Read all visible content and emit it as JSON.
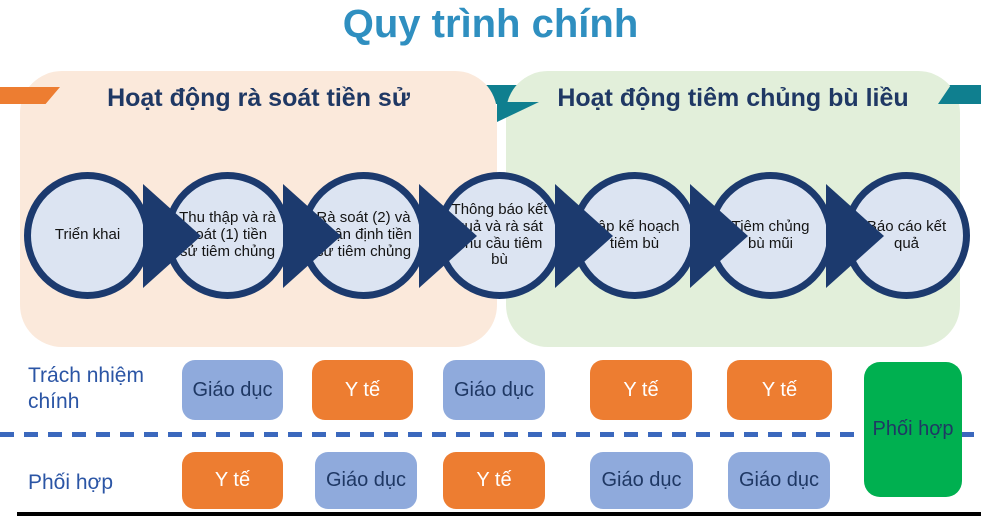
{
  "title": "Quy trình chính",
  "sections": {
    "review": {
      "label": "Hoạt động rà soát tiền sử"
    },
    "catchup": {
      "label": "Hoạt động tiêm chủng bù liều"
    }
  },
  "steps": [
    {
      "label": "Triển khai"
    },
    {
      "label": "Thu thập và rà soát (1) tiền sử tiêm chủng"
    },
    {
      "label": "Rà soát (2) và Nhận định tiền sử tiêm chủng"
    },
    {
      "label": "Thông báo kết quả và rà sát nhu cầu tiêm bù"
    },
    {
      "label": "Lập kế hoạch tiêm bù"
    },
    {
      "label": "Tiêm chủng bù mũi"
    },
    {
      "label": "Báo cáo kết quả"
    }
  ],
  "responsibility": {
    "primary_row": {
      "label": "Trách nhiệm chính",
      "badges": [
        {
          "label": "Giáo dục",
          "type": "education"
        },
        {
          "label": "Y tế",
          "type": "health"
        },
        {
          "label": "Giáo dục",
          "type": "education"
        },
        {
          "label": "Y tế",
          "type": "health"
        },
        {
          "label": "Y tế",
          "type": "health"
        }
      ]
    },
    "support_row": {
      "label": "Phối hợp",
      "badges": [
        {
          "label": "Y tế",
          "type": "health"
        },
        {
          "label": "Giáo dục",
          "type": "education"
        },
        {
          "label": "Y tế",
          "type": "health"
        },
        {
          "label": "Giáo dục",
          "type": "education"
        },
        {
          "label": "Giáo dục",
          "type": "education"
        }
      ]
    },
    "joint_badge": {
      "label": "Phối hợp",
      "type": "joint"
    }
  },
  "colors": {
    "title_text": "#2f8fc0",
    "review_panel_bg": "#fbe9db",
    "catchup_panel_bg": "#e2efda",
    "section_header_text": "#1f3864",
    "circle_fill": "#dce4f2",
    "circle_border": "#1c3a6e",
    "arrow": "#1c3a6e",
    "education_badge_bg": "#8faadc",
    "health_badge_bg": "#ed7d31",
    "joint_badge_bg": "#00b050",
    "ribbon_teal": "#0f7f8f",
    "ribbon_orange": "#ed7d31",
    "dashed_line": "#3b68bd",
    "row_label_text": "#2b55a5"
  }
}
